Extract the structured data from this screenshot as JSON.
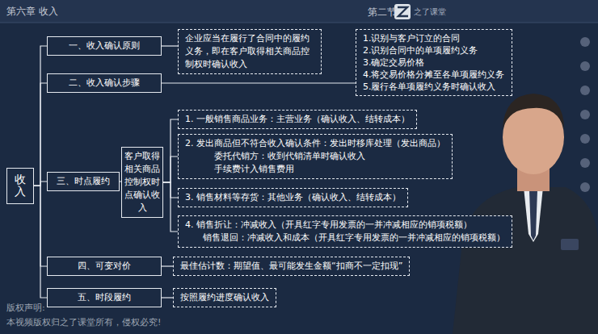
{
  "diagram": {
    "nodes": [
      {
        "text": [
          "收入"
        ]
      },
      {
        "text": [
          "一、收入确认原则"
        ]
      },
      {
        "text": [
          "企业应当在履行了合同中的履约义务，即在客户取得相关商品控制权时确认收入"
        ]
      },
      {
        "text": [
          "二、收入确认步骤"
        ]
      },
      {
        "text": [
          "1.识别与客户订立的合同",
          "2.识别合同中的单项履约义务",
          "3.确定交易价格",
          "4.将交易价格分摊至各单项履约义务",
          "5.履行各单项履约义务时确认收入"
        ]
      },
      {
        "text": [
          "三、时点履约"
        ]
      },
      {
        "text": [
          "客户取得相关商品控制权时点确认收入"
        ]
      },
      {
        "text": [
          "1. 一般销售商品业务：主营业务（确认收入、结转成本）"
        ]
      },
      {
        "text": [
          "2. 发出商品但不符合收入确认条件：发出时移库处理（发出商品）",
          "委托代销方：收到代销清单时确认收入",
          "手续费计入销售费用"
        ]
      },
      {
        "text": [
          "3. 销售材料等存货：其他业务（确认收入、结转成本）"
        ]
      },
      {
        "text": [
          "4.  销售折让：冲减收入（开具红字专用发票的一并冲减相应的销项税额）",
          "销售退回：冲减收入和成本（开具红字专用发票的一并冲减相应的销项税额）"
        ]
      },
      {
        "text": [
          "四、可变对价"
        ]
      },
      {
        "text": [
          "最佳估计数：期望值、最可能发生金额",
          "“扣商不一定扣现”"
        ]
      },
      {
        "text": [
          "五、时段履约"
        ]
      },
      {
        "text": [
          "按照履约进度确认收入"
        ]
      }
    ],
    "edges": [
      {
        "from": 0,
        "to": 1,
        "arrow": "none"
      },
      {
        "from": 0,
        "to": 3,
        "arrow": "none"
      },
      {
        "from": 0,
        "to": 5,
        "arrow": "none"
      },
      {
        "from": 0,
        "to": 11,
        "arrow": "none"
      },
      {
        "from": 0,
        "to": 13,
        "arrow": "none"
      },
      {
        "from": 1,
        "to": 2,
        "arrow": "none"
      },
      {
        "from": 3,
        "to": 4,
        "arrow": "none"
      },
      {
        "from": 5,
        "to": 6,
        "arrow": "none"
      },
      {
        "from": 6,
        "to": 7,
        "arrow": "none"
      },
      {
        "from": 6,
        "to": 8,
        "arrow": "none"
      },
      {
        "from": 6,
        "to": 9,
        "arrow": "none"
      },
      {
        "from": 6,
        "to": 10,
        "arrow": "none"
      },
      {
        "from": 11,
        "to": 12,
        "arrow": "none"
      },
      {
        "from": 13,
        "to": 14,
        "arrow": "none"
      }
    ],
    "labels": [
      "第六章  收入",
      "第二节",
      "之了课堂",
      "版权声明:",
      "本视频版权归之了课堂所有，侵权必究!"
    ]
  }
}
